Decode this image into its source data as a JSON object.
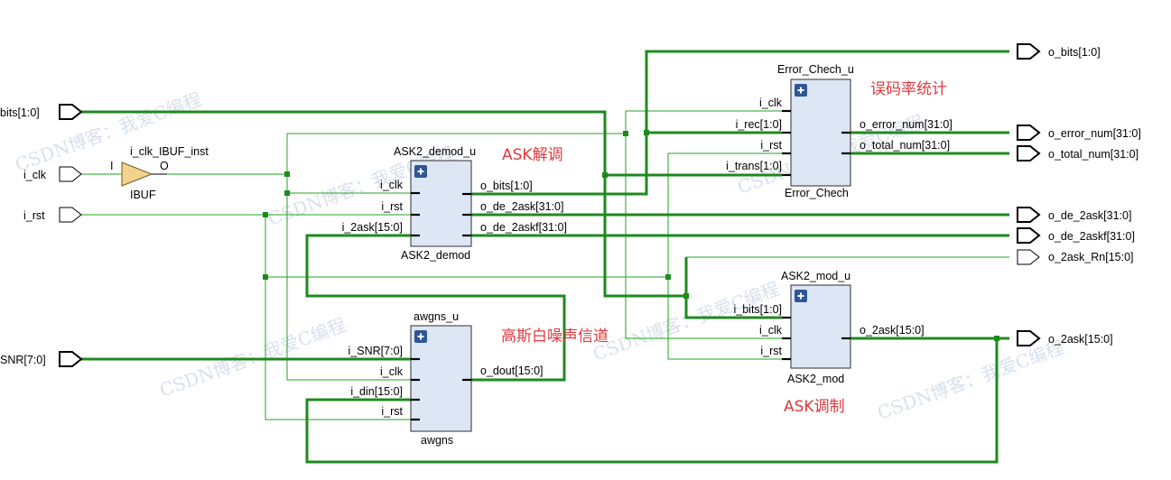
{
  "watermarks": [
    "CSDN博客：我爱C编程",
    "CSDN博客：我爱C编程",
    "CSDN博客：我爱C编程",
    "CSDN博客：我爱C编程",
    "CSDN博客：我爱C编程",
    "CSDN博客：我爱C编程"
  ],
  "inputs": {
    "bits": "bits[1:0]",
    "clk": "i_clk",
    "rst": "i_rst",
    "snr": "SNR[7:0]"
  },
  "ibuf": {
    "inst": "i_clk_IBUF_inst",
    "type": "IBUF",
    "in": "I",
    "out": "O"
  },
  "blocks": {
    "demod": {
      "inst": "ASK2_demod_u",
      "type": "ASK2_demod",
      "inputs": [
        "i_clk",
        "i_rst",
        "i_2ask[15:0]"
      ],
      "outputs": [
        "o_bits[1:0]",
        "o_de_2ask[31:0]",
        "o_de_2askf[31:0]"
      ]
    },
    "awgns": {
      "inst": "awgns_u",
      "type": "awgns",
      "inputs": [
        "i_SNR[7:0]",
        "i_clk",
        "i_din[15:0]",
        "i_rst"
      ],
      "outputs": [
        "o_dout[15:0]"
      ]
    },
    "error": {
      "inst": "Error_Chech_u",
      "type": "Error_Chech",
      "inputs": [
        "i_clk",
        "i_rec[1:0]",
        "i_rst",
        "i_trans[1:0]"
      ],
      "outputs": [
        "o_error_num[31:0]",
        "o_total_num[31:0]"
      ]
    },
    "mod": {
      "inst": "ASK2_mod_u",
      "type": "ASK2_mod",
      "inputs": [
        "i_bits[1:0]",
        "i_clk",
        "i_rst"
      ],
      "outputs": [
        "o_2ask[15:0]"
      ]
    }
  },
  "outputs": {
    "o_bits": "o_bits[1:0]",
    "o_error_num": "o_error_num[31:0]",
    "o_total_num": "o_total_num[31:0]",
    "o_de_2ask": "o_de_2ask[31:0]",
    "o_de_2askf": "o_de_2askf[31:0]",
    "o_2ask_Rn": "o_2ask_Rn[15:0]",
    "o_2ask": "o_2ask[15:0]"
  },
  "annotations": {
    "demod": "ASK解调",
    "error": "误码率统计",
    "channel": "高斯白噪声信道",
    "mod": "ASK调制"
  },
  "colors": {
    "bus": "#1e8a1e",
    "signal": "#22a322",
    "annotation": "#e0393e",
    "block_fill": "#dce6f4"
  }
}
